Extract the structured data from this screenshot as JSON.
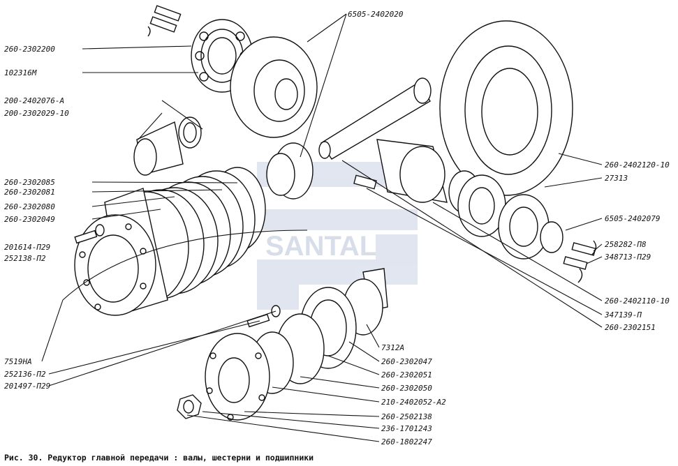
{
  "watermark": "SANTAL",
  "caption": "Рис. 30. Редуктор главной передачи : валы, шестерни и подшипники",
  "colors": {
    "line": "#111111",
    "watermark": "#c9d1e4",
    "background": "#ffffff"
  },
  "labels": {
    "l1": "260-2302200",
    "l2": "102316М",
    "l3": "200-2402076-А",
    "l4": "200-2302029-10",
    "l5": "260-2302085",
    "l6": "260-2302081",
    "l7": "260-2302080",
    "l8": "260-2302049",
    "l9": "201614-П29",
    "l10": "252138-П2",
    "l11": "6505-2402020",
    "l12": "260-2402120-10",
    "l13": "27313",
    "l14": "6505-2402079",
    "l15": "258282-П8",
    "l16": "348713-П29",
    "l17": "260-2402110-10",
    "l18": "347139-П",
    "l19": "260-2302151",
    "l20": "7519НА",
    "l21": "252136-П2",
    "l22": "201497-П29",
    "l23": "7312А",
    "l24": "260-2302047",
    "l25": "260-2302051",
    "l26": "260-2302050",
    "l27": "210-2402052-А2",
    "l28": "260-2502138",
    "l29": "236-1701243",
    "l30": "260-1802247"
  }
}
